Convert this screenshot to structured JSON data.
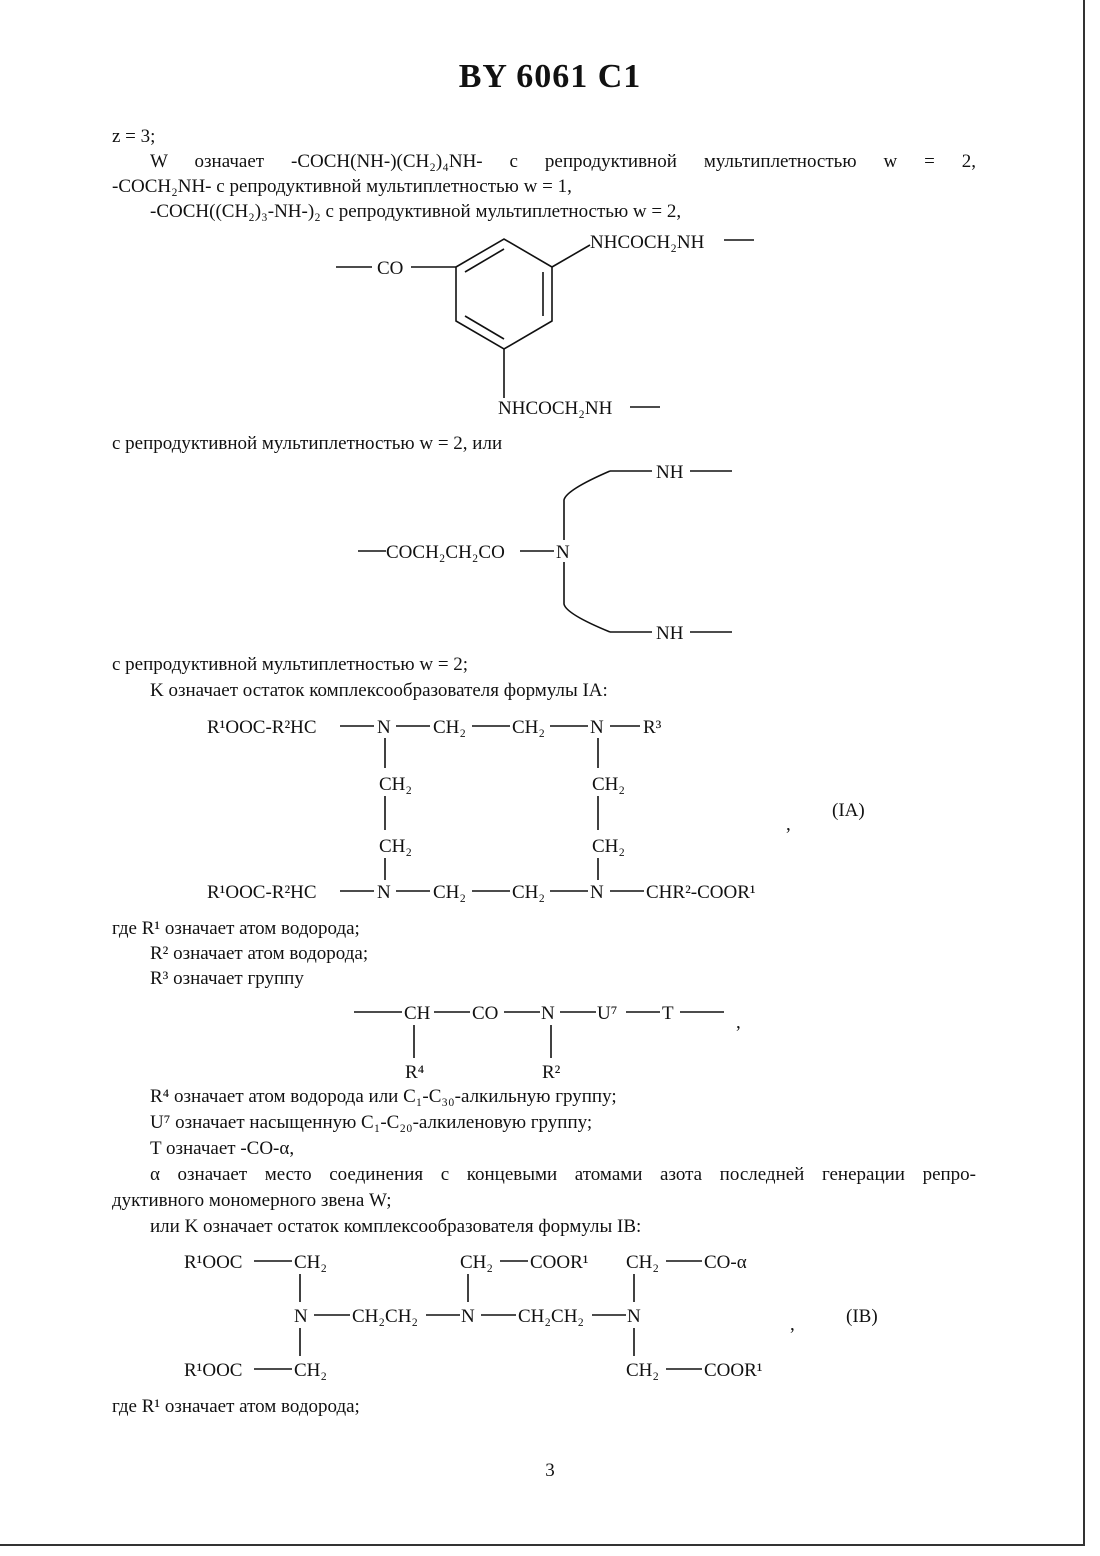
{
  "header": {
    "doc_id": "BY 6061 C1"
  },
  "page_number": "3",
  "text": {
    "l1": "z = 3;",
    "l2": "W означает -COCH(NH-)(CH₂)₄NH- с репродуктивной мультиплетностью w = 2,",
    "l3": "-COCH₂NH- с репродуктивной мультиплетностью w = 1,",
    "l4": "-COCH((CH₂)₃-NH-)₂ с репродуктивной мультиплетностью w = 2,",
    "l5": "с репродуктивной мультиплетностью w = 2, или",
    "l6": "с репродуктивной мультиплетностью w = 2;",
    "l7": "K означает остаток комплексообразователя формулы IA:",
    "l8": "где R¹ означает атом водорода;",
    "l9": "R² означает атом водорода;",
    "l10": "R³ означает группу",
    "l11": "R⁴ означает атом водорода или C₁-C₃₀-алкильную группу;",
    "l12": "U⁷ означает насыщенную C₁-C₂₀-алкиленовую группу;",
    "l13": "T означает -CO-α,",
    "l14": "α означает место соединения с концевыми атомами азота последней генерации репро-",
    "l15": "дуктивного мономерного звена W;",
    "l16": "или K означает остаток комплексообразователя формулы IB:",
    "l17": "где R¹ означает атом водорода;"
  },
  "structures": {
    "benzene": {
      "co": "CO",
      "top_sub": "NHCOCH₂NH",
      "bottom_sub": "NHCOCH₂NH"
    },
    "amine": {
      "left": "COCH₂CH₂CO",
      "n": "N",
      "top_nh": "NH",
      "bottom_nh": "NH"
    },
    "ia": {
      "r1ooc_top": "R¹OOC-R²HC",
      "n": "N",
      "ch2": "CH₂",
      "r3": "R³",
      "r1ooc_bottom": "R¹OOC-R²HC",
      "chr2": "CHR²-COOR¹",
      "label": "(IA)",
      "comma": ","
    },
    "r3group": {
      "ch": "CH",
      "co": "CO",
      "n": "N",
      "u7": "U⁷",
      "t": "T",
      "r4": "R⁴",
      "r2": "R²",
      "comma": ","
    },
    "ib": {
      "r1ooc": "R¹OOC",
      "ch2": "CH₂",
      "n": "N",
      "ch2ch2": "CH₂CH₂",
      "cooR1": "COOR¹",
      "coalpha": "CO-α",
      "label": "(IB)",
      "comma": ","
    }
  }
}
